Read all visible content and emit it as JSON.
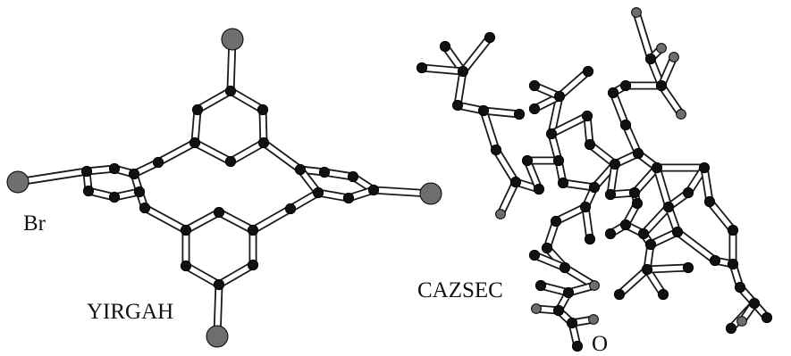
{
  "labels": {
    "br": "Br",
    "yirgah": "YIRGAH",
    "cazsec": "CAZSEC",
    "oxygen": "O"
  },
  "colors": {
    "background": "#ffffff",
    "carbon": "#111111",
    "heteroatom": "#6e6e6e",
    "bond_outline": "#1a1a1a",
    "bond_fill": "#ffffff"
  }
}
